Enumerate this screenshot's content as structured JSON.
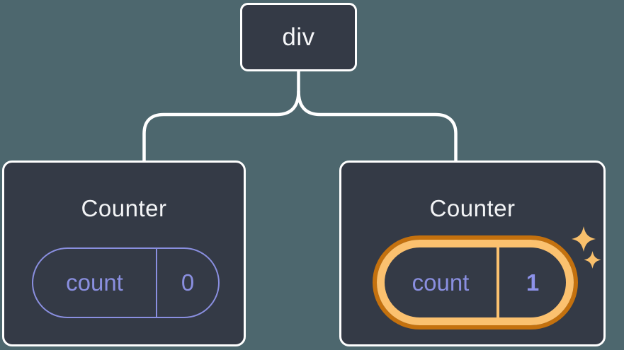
{
  "tree": {
    "root": {
      "label": "div"
    },
    "children": [
      {
        "title": "Counter",
        "state": {
          "key": "count",
          "value": "0"
        },
        "highlighted": false
      },
      {
        "title": "Counter",
        "state": {
          "key": "count",
          "value": "1"
        },
        "highlighted": true
      }
    ]
  },
  "icons": {
    "sparkles": "sparkles-icon"
  },
  "colors": {
    "background": "#4d676e",
    "card_background": "#343a46",
    "card_border": "#ffffff",
    "connector_line": "#ffffff",
    "state_accent": "#8a8fe0",
    "highlight_outer": "#c4710e",
    "highlight_inner": "#fbc16f",
    "sparkle": "#f9c06c",
    "title_text": "#f3f4f6"
  }
}
